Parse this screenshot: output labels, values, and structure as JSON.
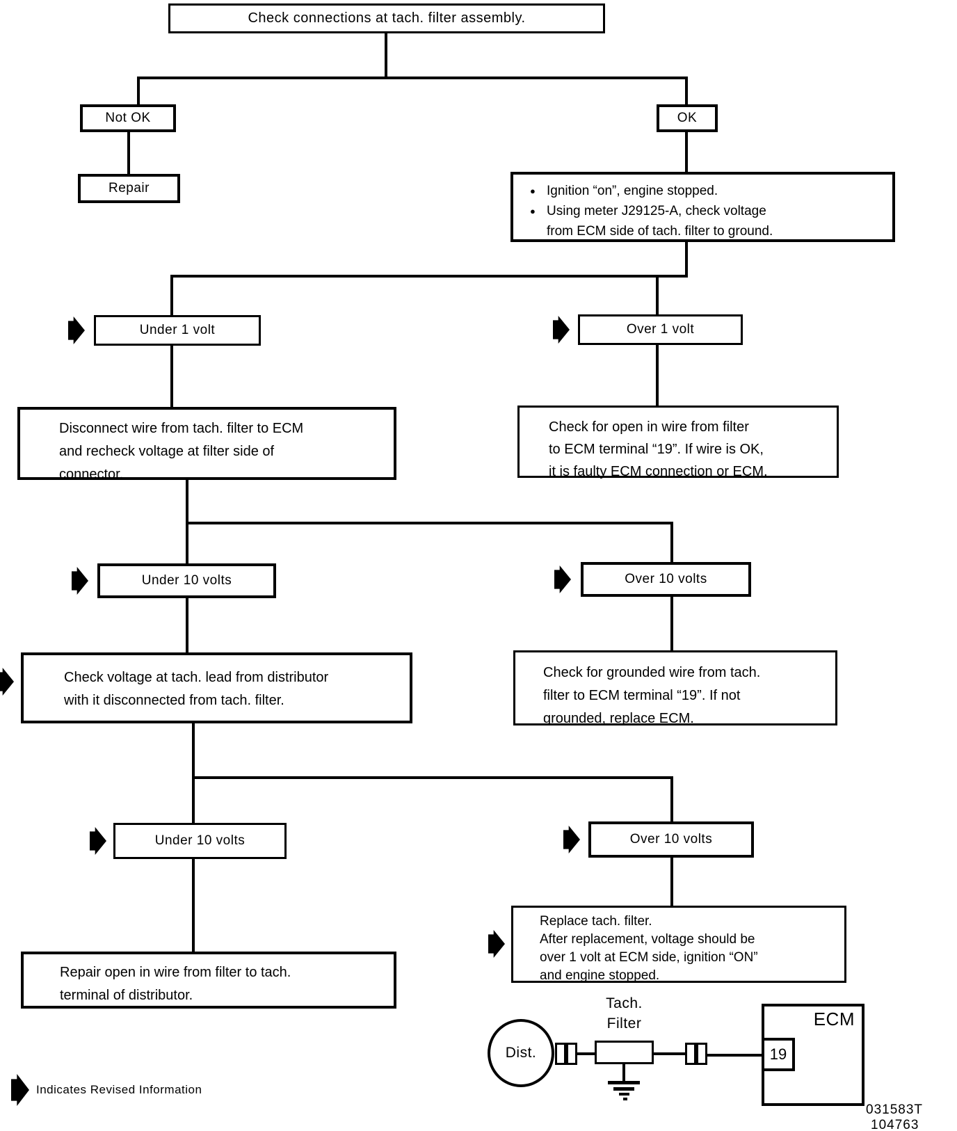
{
  "colors": {
    "ink": "#000000",
    "paper": "#ffffff"
  },
  "flow": {
    "top_box": "Check connections at tach. filter assembly.",
    "not_ok": "Not OK",
    "ok": "OK",
    "repair": "Repair",
    "ignition_box": {
      "bullet_glyph": "●",
      "bullet1": "Ignition “on”, engine stopped.",
      "bullet2_line1": "Using meter J29125-A, check voltage",
      "bullet2_line2": "from ECM side of tach. filter to ground."
    },
    "under_1_volt": "Under 1 volt",
    "over_1_volt": "Over 1 volt",
    "disconnect_box": {
      "line1": "Disconnect wire from tach. filter to ECM",
      "line2": "and recheck voltage at filter side of",
      "line3": "connector."
    },
    "check_open_box": {
      "line1": "Check for open in wire from filter",
      "line2": "to ECM terminal “19”. If wire is OK,",
      "line3": "it is faulty ECM connection or ECM."
    },
    "under_10_volts_1": "Under 10 volts",
    "over_10_volts_1": "Over 10 volts",
    "check_voltage_box": {
      "line1": "Check voltage at tach. lead from distributor",
      "line2": "with it disconnected from tach. filter."
    },
    "check_grounded_box": {
      "line1": "Check for grounded wire from tach.",
      "line2": "filter to ECM terminal “19”. If not",
      "line3": "grounded, replace ECM."
    },
    "under_10_volts_2": "Under 10 volts",
    "over_10_volts_2": "Over 10 volts",
    "repair_open_box": {
      "line1": "Repair open in wire from filter to tach.",
      "line2": "terminal of distributor."
    },
    "replace_box": {
      "line1": "Replace tach. filter.",
      "line2": "After replacement, voltage should be",
      "line3": "over 1 volt at ECM side, ignition “ON”",
      "line4": "and engine stopped."
    }
  },
  "schematic": {
    "distributor": "Dist.",
    "filter_label_line1": "Tach.",
    "filter_label_line2": "Filter",
    "ecm": "ECM",
    "terminal": "19"
  },
  "footer": {
    "legend": "Indicates Revised Information",
    "doc_numbers": [
      "031583T",
      "104763"
    ]
  }
}
